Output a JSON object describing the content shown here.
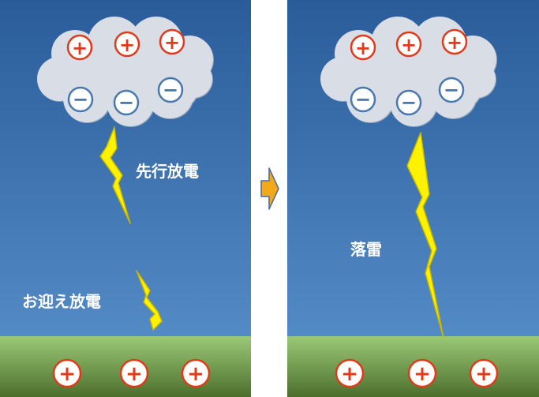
{
  "panels": [
    {
      "id": "left",
      "labels": {
        "leader": "先行放電",
        "upward": "お迎え放電"
      }
    },
    {
      "id": "right",
      "labels": {
        "strike": "落雷"
      }
    }
  ],
  "symbols": {
    "positive": "+",
    "negative": "−"
  },
  "colors": {
    "sky_top": "#2a5c9a",
    "sky_bottom": "#5a93cd",
    "ground_top": "#9bc977",
    "ground_bottom": "#4c6f2c",
    "cloud_fill": "#d8dde6",
    "positive": "#e03a1a",
    "negative": "#4a78ad",
    "lightning_fill": "#fff200",
    "lightning_stroke": "#c9b600",
    "arrow_fill": "#f4a81c",
    "arrow_stroke": "#4a6e96"
  }
}
